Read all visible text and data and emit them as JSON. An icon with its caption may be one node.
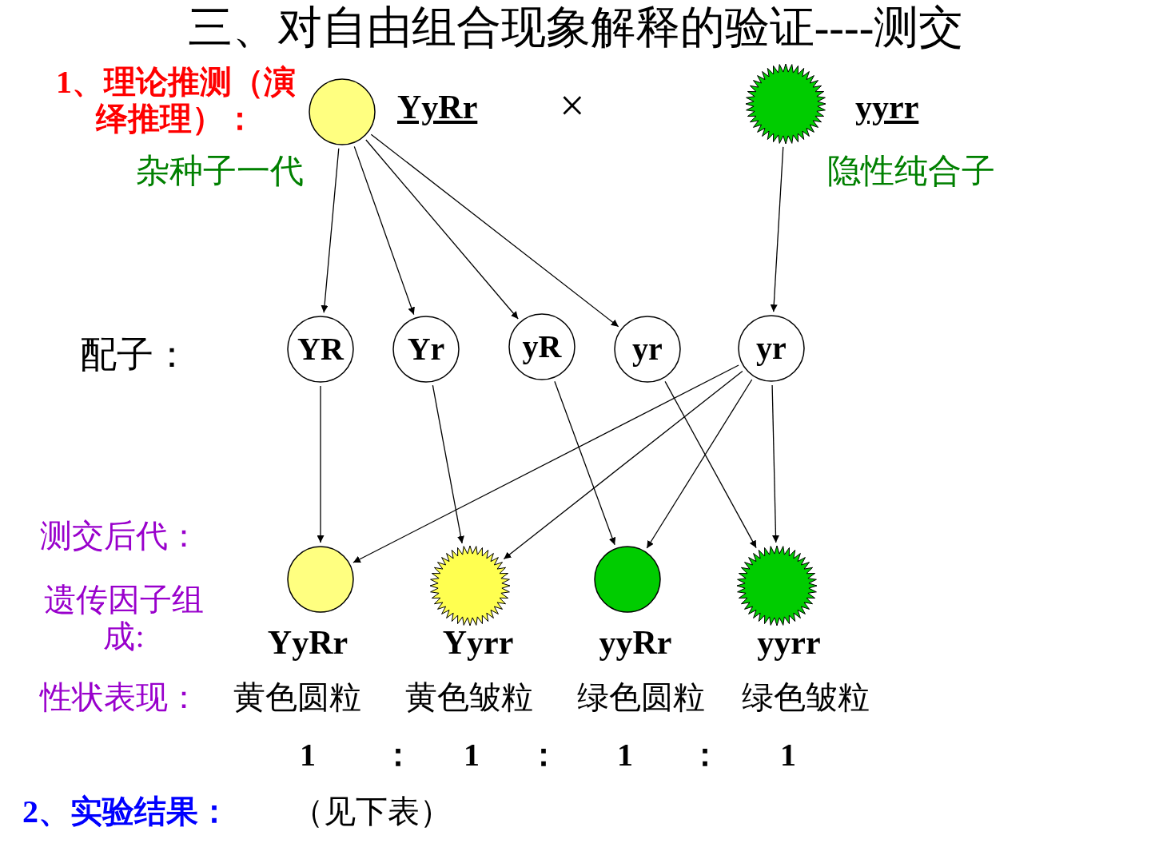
{
  "diagram": {
    "title": "三、对自由组合现象解释的验证----测交",
    "nodes": [
      {
        "text": [],
        "shape": "circle",
        "beside": [
          "YyRr",
          "杂种子一代"
        ]
      },
      {
        "text": [],
        "shape": "star",
        "beside": [
          "yyrr",
          "隐性纯合子"
        ]
      },
      {
        "text": [
          "YR"
        ]
      },
      {
        "text": [
          "Yr"
        ]
      },
      {
        "text": [
          "yR"
        ]
      },
      {
        "text": [
          "yr"
        ]
      },
      {
        "text": [
          "yr"
        ]
      },
      {
        "text": [],
        "shape": "circle",
        "beside": [
          "YyRr"
        ]
      },
      {
        "text": [],
        "shape": "star",
        "beside": [
          "Yyrr"
        ]
      },
      {
        "text": [],
        "shape": "circle",
        "beside": [
          "yyRr"
        ]
      },
      {
        "text": [],
        "shape": "star",
        "beside": [
          "yyrr"
        ]
      }
    ],
    "edges": [
      {
        "from": 0,
        "to": 2,
        "arrow": "to"
      },
      {
        "from": 0,
        "to": 3,
        "arrow": "to"
      },
      {
        "from": 0,
        "to": 4,
        "arrow": "to"
      },
      {
        "from": 0,
        "to": 5,
        "arrow": "to"
      },
      {
        "from": 1,
        "to": 6,
        "arrow": "to"
      },
      {
        "from": 2,
        "to": 7,
        "arrow": "to"
      },
      {
        "from": 3,
        "to": 8,
        "arrow": "to"
      },
      {
        "from": 4,
        "to": 9,
        "arrow": "to"
      },
      {
        "from": 5,
        "to": 10,
        "arrow": "to"
      },
      {
        "from": 6,
        "to": 7,
        "arrow": "to"
      },
      {
        "from": 6,
        "to": 8,
        "arrow": "to"
      },
      {
        "from": 6,
        "to": 9,
        "arrow": "to"
      },
      {
        "from": 6,
        "to": 10,
        "arrow": "to"
      }
    ],
    "labels": [
      "1、理论推测（演绎推理）：",
      "×",
      "配子：",
      "测交后代：",
      "遗传因子组成:",
      "性状表现：",
      "黄色圆粒",
      "黄色皱粒",
      "绿色圆粒",
      "绿色皱粒",
      "1",
      "：",
      "1",
      "：",
      "1",
      "：",
      "1",
      "2、实验结果：",
      "（见下表）"
    ]
  }
}
